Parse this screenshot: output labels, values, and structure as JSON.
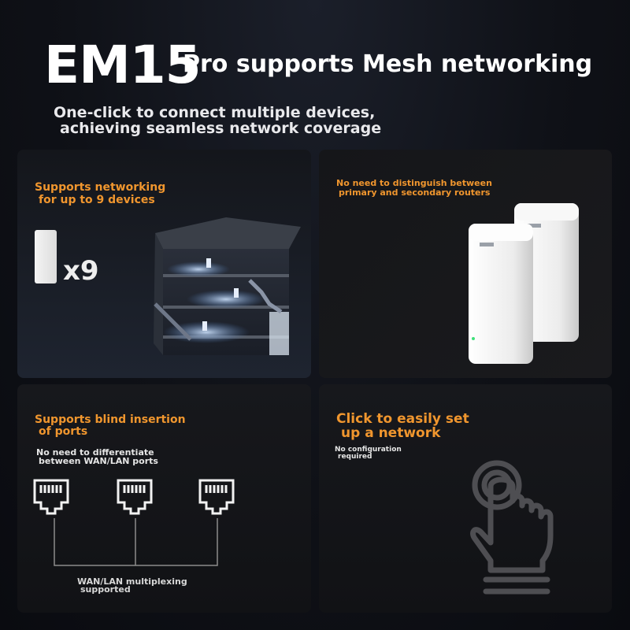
{
  "header": {
    "model": "EM15",
    "title": "Pro supports Mesh networking",
    "subtitle_line1": "One-click to connect multiple devices,",
    "subtitle_line2": "achieving seamless network coverage"
  },
  "panels": {
    "networking": {
      "heading_line1": "Supports networking",
      "heading_line2": "for up to 9 devices",
      "count": "x9"
    },
    "roles": {
      "heading_line1": "No need to distinguish between",
      "heading_line2": "primary and secondary routers"
    },
    "ports": {
      "heading_line1": "Supports blind insertion",
      "heading_line2": "of ports",
      "note_line1": "No need to differentiate",
      "note_line2": "between WAN/LAN ports",
      "footer_line1": "WAN/LAN multiplexing",
      "footer_line2": "supported"
    },
    "setup": {
      "heading_line1": "Click to easily set",
      "heading_line2": "up a network",
      "note_line1": "No configuration",
      "note_line2": "required"
    }
  },
  "colors": {
    "accent": "#f0962e",
    "background": "#0f1117",
    "panel": "#141518"
  }
}
